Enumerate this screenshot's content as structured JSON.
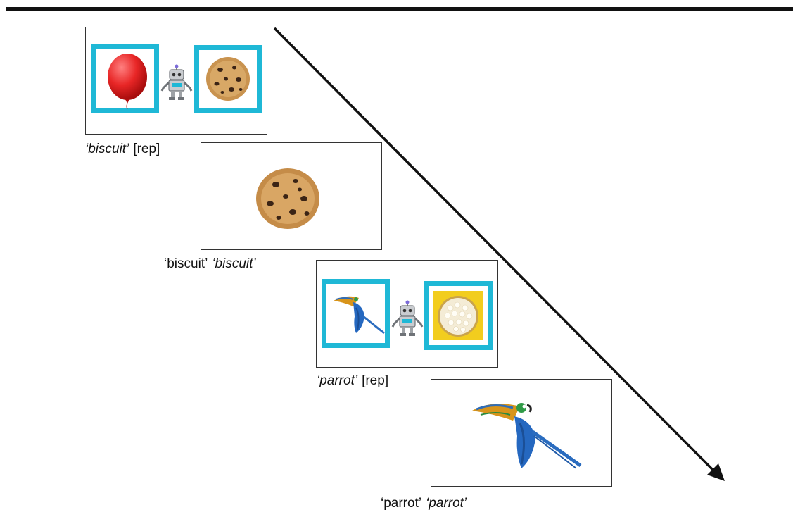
{
  "trials": [
    {
      "type": "choice",
      "items": [
        "balloon-icon",
        "robot-icon",
        "cookie-icon"
      ],
      "caption": {
        "word": "‘biscuit’",
        "suffix": "[rep]"
      }
    },
    {
      "type": "single",
      "items": [
        "cookie-icon"
      ],
      "caption": {
        "word": "‘biscuit’",
        "suffix": "‘biscuit’"
      }
    },
    {
      "type": "choice",
      "items": [
        "parrot-icon",
        "robot-icon",
        "popcorn-icon"
      ],
      "caption": {
        "word": "‘parrot’",
        "suffix": "[rep]"
      }
    },
    {
      "type": "single",
      "items": [
        "parrot-icon"
      ],
      "caption": {
        "word": "‘parrot’",
        "suffix": "‘parrot’"
      }
    }
  ],
  "colors": {
    "highlight_box": "#1fb8d6",
    "arrow": "#111111",
    "frame_border": "#333333"
  }
}
